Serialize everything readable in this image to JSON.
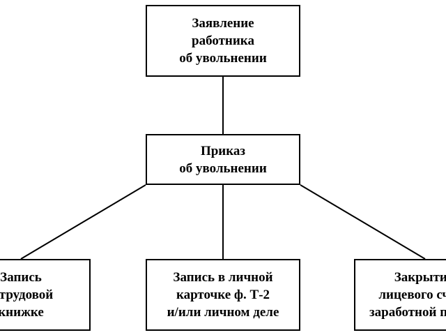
{
  "nodes": {
    "statement": {
      "lines": [
        "Заявление",
        "работника",
        "об увольнении"
      ]
    },
    "order": {
      "lines": [
        "Приказ",
        "об увольнении"
      ]
    },
    "trudovaya": {
      "lines": [
        "Запись",
        "в трудовой",
        "книжке"
      ]
    },
    "t2": {
      "lines": [
        "Запись в личной",
        "карточке ф. Т-2",
        "и/или личном деле"
      ]
    },
    "schet": {
      "lines": [
        "Закрытие",
        "лицевого счета",
        "заработной платы"
      ]
    }
  },
  "edges": [
    {
      "from": "statement",
      "to": "order"
    },
    {
      "from": "order",
      "to": "trudovaya"
    },
    {
      "from": "order",
      "to": "t2"
    },
    {
      "from": "order",
      "to": "schet"
    }
  ],
  "colors": {
    "stroke": "#000000",
    "fill": "#ffffff",
    "text": "#000000"
  }
}
